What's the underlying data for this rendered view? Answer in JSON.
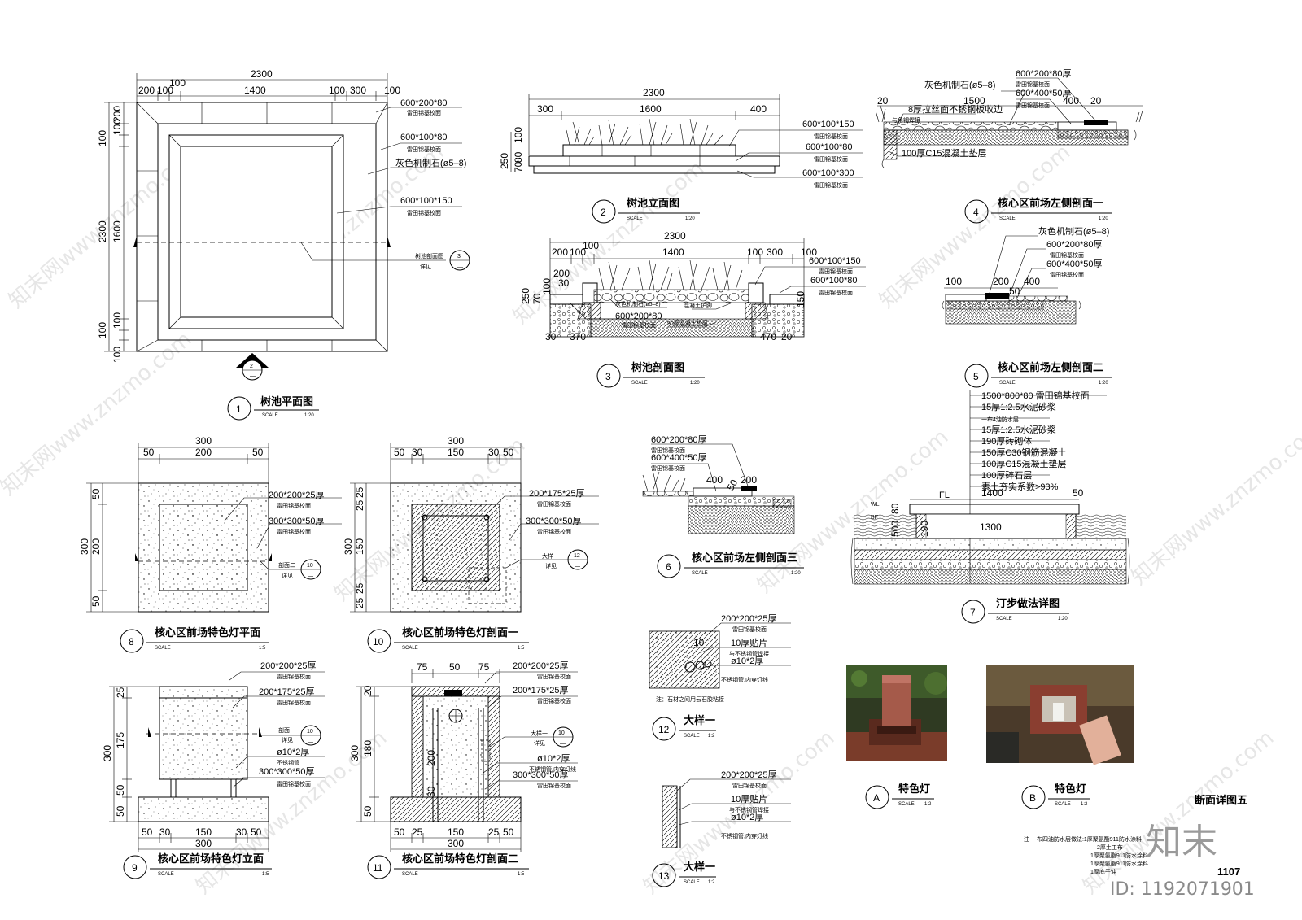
{
  "d1": {
    "dims": [
      "2300",
      "200",
      "100",
      "100",
      "1400",
      "100",
      "300",
      "100",
      "2300",
      "200",
      "100",
      "100",
      "1600",
      "100",
      "100",
      "100"
    ],
    "notes": [
      {
        "main": "600*200*80",
        "sub": "雷田锦基校面"
      },
      {
        "main": "600*100*80",
        "sub": "雷田锦基校面"
      },
      {
        "main": "灰色机制石(ø5–8)",
        "sub": ""
      },
      {
        "main": "600*100*150",
        "sub": "雷田锦基校面"
      }
    ],
    "callout": {
      "label": "树池剖面图",
      "label2": "详见",
      "num": "3",
      "sheet": "—"
    },
    "section_mark": {
      "num": "2",
      "sheet": "—"
    },
    "title": {
      "num": "1",
      "text": "树池平面图",
      "scale_label": "SCALE",
      "scale": "1:20"
    }
  },
  "d2": {
    "dims": [
      "2300",
      "300",
      "1600",
      "400",
      "100",
      "250",
      "70",
      "80"
    ],
    "notes": [
      {
        "main": "600*100*150",
        "sub": "雷田锦基校面"
      },
      {
        "main": "600*100*80",
        "sub": "雷田锦基校面"
      },
      {
        "main": "600*100*300",
        "sub": "雷田锦基校面"
      }
    ],
    "title": {
      "num": "2",
      "text": "树池立面图",
      "scale_label": "SCALE",
      "scale": "1:20"
    }
  },
  "d3": {
    "dims": [
      "2300",
      "200",
      "100",
      "100",
      "1400",
      "100",
      "300",
      "100",
      "200",
      "250",
      "70",
      "100",
      "30",
      "370",
      "470",
      "20",
      "30",
      "150"
    ],
    "notes": [
      {
        "main": "600*100*150",
        "sub": "雷田锦基校面"
      },
      {
        "main": "600*100*80",
        "sub": "雷田锦基校面"
      },
      {
        "main": "灰色机制石(ø5–8)",
        "sub": ""
      },
      {
        "main": "混凝土护脚",
        "sub": ""
      },
      {
        "main": "600*200*80",
        "sub": "雷田锦基校面"
      },
      {
        "main": "80厚混凝土垫层",
        "sub": ""
      }
    ],
    "title": {
      "num": "3",
      "text": "树池剖面图",
      "scale_label": "SCALE",
      "scale": "1:20"
    }
  },
  "d4": {
    "dims": [
      "20",
      "1500",
      "400",
      "20"
    ],
    "notes": [
      {
        "main": "灰色机制石(ø5–8)",
        "sub": ""
      },
      {
        "main": "600*200*80厚",
        "sub": "雷田锦基校面"
      },
      {
        "main": "600*400*50厚",
        "sub": "雷田锦基校面"
      },
      {
        "main": "8厚拉丝面不锈钢板收边",
        "sub": ""
      },
      {
        "main": "与角钢焊接",
        "sub": ""
      },
      {
        "main": "100厚C15混凝土垫层",
        "sub": ""
      }
    ],
    "title": {
      "num": "4",
      "text": "核心区前场左侧剖面一",
      "scale_label": "SCALE",
      "scale": "1:20"
    }
  },
  "d5": {
    "dims": [
      "100",
      "200",
      "400",
      "50"
    ],
    "notes": [
      {
        "main": "灰色机制石(ø5–8)",
        "sub": ""
      },
      {
        "main": "600*200*80厚",
        "sub": "雷田锦基校面"
      },
      {
        "main": "600*400*50厚",
        "sub": "雷田锦基校面"
      }
    ],
    "title": {
      "num": "5",
      "text": "核心区前场左侧剖面二",
      "scale_label": "SCALE",
      "scale": "1:20"
    }
  },
  "d6": {
    "dims": [
      "400",
      "200",
      "50"
    ],
    "notes": [
      {
        "main": "600*200*80厚",
        "sub": "雷田锦基校面"
      },
      {
        "main": "600*400*50厚",
        "sub": "雷田锦基校面"
      }
    ],
    "title": {
      "num": "6",
      "text": "核心区前场左侧剖面三",
      "scale_label": "SCALE",
      "scale": "1:20"
    }
  },
  "d7": {
    "layers": [
      "1500*800*80 雷田锦基校面",
      "15厚1:2.5水泥砂浆",
      "一布4油防水层",
      "15厚1:2.5水泥砂浆",
      "190厚砖砌体",
      "150厚C30钢筋混凝土",
      "100厚C15混凝土垫层",
      "100厚碎石层",
      "素土夯实系数>93%"
    ],
    "dims": [
      "1400",
      "50",
      "1300",
      "190",
      "500",
      "80"
    ],
    "marks": [
      "FL",
      "WL",
      "BF"
    ],
    "title": {
      "num": "7",
      "text": "汀步做法详图",
      "scale_label": "SCALE",
      "scale": "1:20"
    }
  },
  "d8": {
    "dims": [
      "300",
      "50",
      "200",
      "50",
      "300",
      "50",
      "200",
      "50"
    ],
    "notes": [
      {
        "main": "200*200*25厚",
        "sub": "雷田锦基校面"
      },
      {
        "main": "300*300*50厚",
        "sub": "雷田锦基校面"
      }
    ],
    "callout": {
      "label": "剖面二",
      "label2": "详见",
      "num": "10",
      "sheet": "—"
    },
    "title": {
      "num": "8",
      "text": "核心区前场特色灯平面",
      "scale_label": "SCALE",
      "scale": "1:5"
    }
  },
  "d9": {
    "dims": [
      "300",
      "50",
      "30",
      "150",
      "30",
      "50",
      "300",
      "25",
      "175",
      "50",
      "50"
    ],
    "notes": [
      {
        "main": "200*200*25厚",
        "sub": "雷田锦基校面"
      },
      {
        "main": "200*175*25厚",
        "sub": "雷田锦基校面"
      },
      {
        "main": "ø10*2厚",
        "sub": "不锈钢管"
      },
      {
        "main": "300*300*50厚",
        "sub": "雷田锦基校面"
      }
    ],
    "callout": {
      "label": "剖面一",
      "label2": "详见",
      "num": "10",
      "sheet": "—"
    },
    "title": {
      "num": "9",
      "text": "核心区前场特色灯立面",
      "scale_label": "SCALE",
      "scale": "1:5"
    }
  },
  "d10": {
    "dims": [
      "300",
      "50",
      "30",
      "150",
      "30",
      "50",
      "300",
      "25",
      "25",
      "150",
      "25",
      "25"
    ],
    "notes": [
      {
        "main": "200*175*25厚",
        "sub": "雷田锦基校面"
      },
      {
        "main": "300*300*50厚",
        "sub": "雷田锦基校面"
      }
    ],
    "callout": {
      "label": "大样一",
      "label2": "详见",
      "num": "12",
      "sheet": "—"
    },
    "title": {
      "num": "10",
      "text": "核心区前场特色灯剖面一",
      "scale_label": "SCALE",
      "scale": "1:5"
    }
  },
  "d11": {
    "dims": [
      "75",
      "50",
      "75",
      "50",
      "25",
      "150",
      "25",
      "50",
      "300",
      "20",
      "180",
      "200",
      "30",
      "50",
      "300"
    ],
    "notes": [
      {
        "main": "200*200*25厚",
        "sub": "雷田锦基校面"
      },
      {
        "main": "200*175*25厚",
        "sub": "雷田锦基校面"
      },
      {
        "main": "ø10*2厚",
        "sub": "不锈钢管,内穿灯线"
      },
      {
        "main": "300*300*50厚",
        "sub": "雷田锦基校面"
      }
    ],
    "callout": {
      "label": "大样一",
      "label2": "详见",
      "num": "10",
      "sheet": "—"
    },
    "title": {
      "num": "11",
      "text": "核心区前场特色灯剖面二",
      "scale_label": "SCALE",
      "scale": "1:5"
    }
  },
  "d12": {
    "dims": [
      "10"
    ],
    "notes": [
      {
        "main": "200*200*25厚",
        "sub": "雷田锦基校面"
      },
      {
        "main": "10厚贴片",
        "sub": "与不锈钢管焊接"
      },
      {
        "main": "ø10*2厚",
        "sub": "不锈钢管,内穿灯线"
      }
    ],
    "footnote": "注：石材之间用云石胶粘接",
    "title": {
      "num": "12",
      "text": "大样一",
      "scale_label": "SCALE",
      "scale": "1:2"
    }
  },
  "d13": {
    "notes": [
      {
        "main": "200*200*25厚",
        "sub": "雷田锦基校面"
      },
      {
        "main": "10厚贴片",
        "sub": "与不锈钢管焊接"
      },
      {
        "main": "ø10*2厚",
        "sub": "不锈钢管,内穿灯线"
      }
    ],
    "title": {
      "num": "13",
      "text": "大样一",
      "scale_label": "SCALE",
      "scale": "1:2"
    }
  },
  "photoA": {
    "num": "A",
    "text": "特色灯",
    "scale_label": "SCALE",
    "scale": "1:2"
  },
  "photoB": {
    "num": "B",
    "text": "特色灯",
    "scale_label": "SCALE",
    "scale": "1:2"
  },
  "sheet_title": "断面详图五",
  "footer_notes": [
    "注 一布四油防水层做法:1厚聚氨酯911防水涂料",
    "2厚土工布",
    "1厚聚氨酯911防水涂料",
    "1厚聚氨酯911防水涂料",
    "1厚底子油"
  ],
  "sheet_no": "1107",
  "watermark_text": "知末网www.znzmo.com",
  "brand": {
    "logo": "知末",
    "id": "ID: 1192071901"
  }
}
